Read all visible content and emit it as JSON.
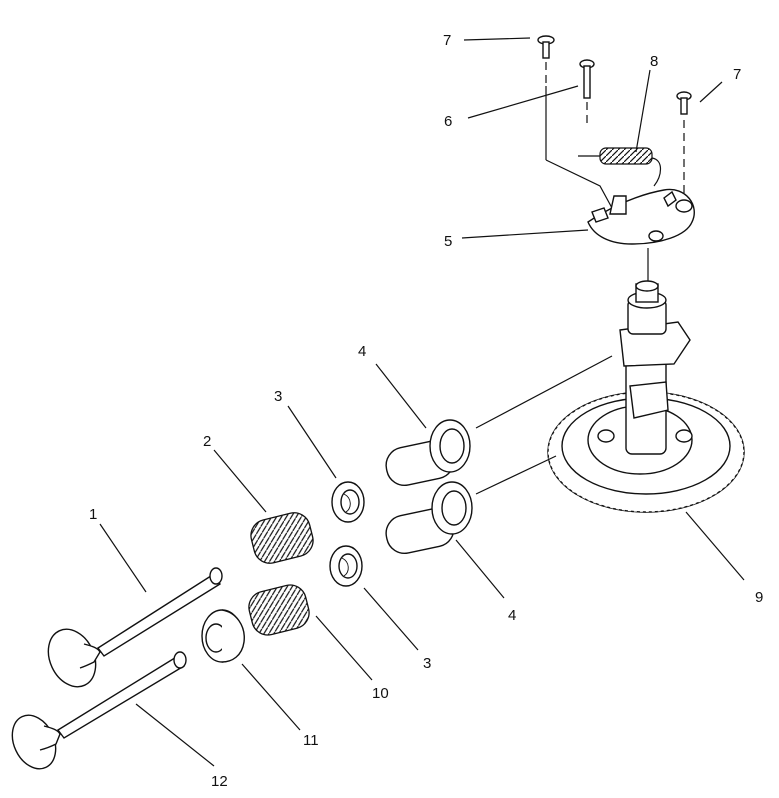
{
  "callouts": {
    "c1": "1",
    "c2": "2",
    "c3a": "3",
    "c3b": "3",
    "c4a": "4",
    "c4b": "4",
    "c5": "5",
    "c6": "6",
    "c7a": "7",
    "c7b": "7",
    "c8": "8",
    "c9": "9",
    "c10": "10",
    "c11": "11",
    "c12": "12"
  },
  "colors": {
    "ink": "#111111",
    "paper": "#ffffff"
  }
}
